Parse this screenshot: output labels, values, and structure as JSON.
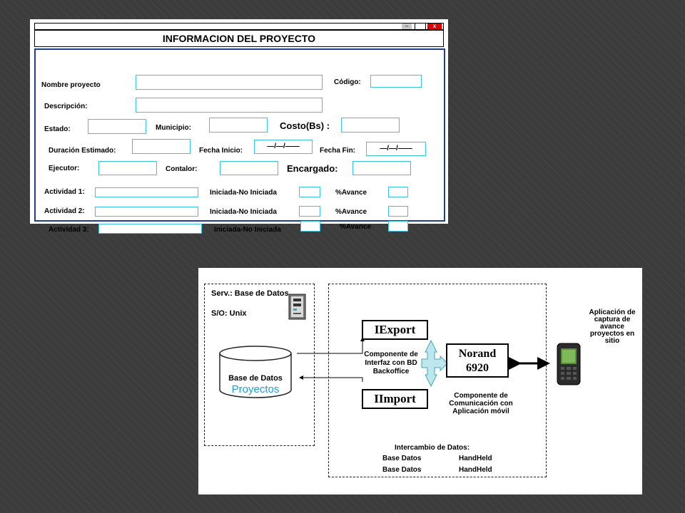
{
  "form": {
    "title": "INFORMACION DEL PROYECTO",
    "window_buttons": {
      "minimize": "–",
      "maximize": "",
      "close": "x"
    },
    "labels": {
      "nombre": "Nombre proyecto",
      "codigo": "Código:",
      "descripcion": "Descripción:",
      "estado": "Estado:",
      "municipio": "Municipio:",
      "costo": "Costo(Bs) :",
      "duracion": "Duración Estimado:",
      "fecha_inicio": "Fecha Inicio:",
      "fecha_fin": "Fecha Fin:",
      "ejecutor": "Ejecutor:",
      "contador": "Contalor:",
      "encargado": "Encargado:",
      "actividad1": "Actividad 1:",
      "actividad2": "Actividad 2:",
      "actividad3": "Actividad 3:",
      "iniciada": "Iniciada-No Iniciada",
      "avance": "%Avance"
    },
    "values": {
      "fecha_inicio": "—/—/——",
      "fecha_fin": "—/—/——"
    }
  },
  "diagram": {
    "server_title": "Serv.: Base de Datos",
    "server_os": "S/O: Unix",
    "db_label": "Base de Datos",
    "db_name": "Proyectos",
    "iexport": "IExport",
    "iimport": "IImport",
    "interface_component": "Componente de Interfaz con BD Backoffice",
    "norand": "Norand 6920",
    "comm_component": "Componente de Comunicación con Aplicación móvil",
    "exchange_title": "Intercambio de Datos:",
    "exchange_rows": [
      {
        "from": "Base Datos",
        "to": "HandHeld"
      },
      {
        "from": "Base Datos",
        "to": "HandHeld"
      }
    ],
    "mobile_app": "Aplicación de captura de avance proyectos en sitio",
    "icons": {
      "server": "server-tower-icon",
      "device": "handheld-device-icon"
    },
    "colors": {
      "db_name": "#1e9ed6",
      "arrow_fill": "#bfe6ec",
      "arrow_stroke": "#3aa9bf"
    }
  }
}
